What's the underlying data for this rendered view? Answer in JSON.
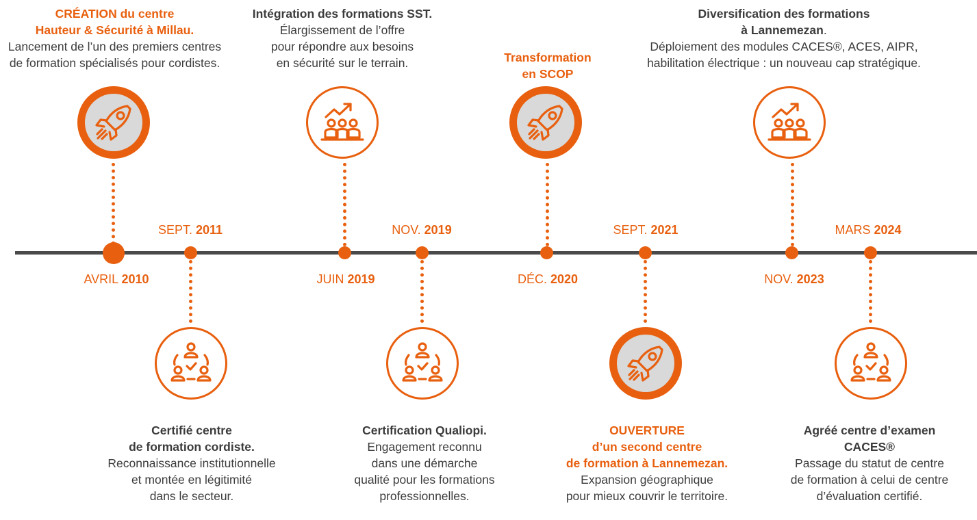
{
  "colors": {
    "accent": "#e8600f",
    "text": "#3c3c3c",
    "axis": "#4a4a4a",
    "badge_fill": "#d9d9d9"
  },
  "events_top": [
    {
      "title1": "CRÉATION du centre",
      "title2": "Hauteur & Sécurité à Millau.",
      "desc1": "Lancement de l’un des premiers centres",
      "desc2": "de formation spécialisés pour cordistes.",
      "icon": "rocket-icon"
    },
    {
      "title1": "Intégration des formations SST.",
      "desc1": "Élargissement de l’offre",
      "desc2": "pour répondre aux besoins",
      "desc3": "en sécurité sur le terrain.",
      "icon": "growth-team-icon"
    },
    {
      "title1": "Transformation",
      "title2": "en SCOP",
      "icon": "rocket-icon"
    },
    {
      "title1": "Diversification des formations",
      "title2": "à Lannemezan",
      "title2_suffix": ".",
      "desc1": "Déploiement des modules CACES®, ACES, AIPR,",
      "desc2": "habilitation électrique : un nouveau cap stratégique.",
      "icon": "growth-team-icon"
    }
  ],
  "events_bottom": [
    {
      "title1": "Certifié centre",
      "title2": "de formation cordiste.",
      "desc1": "Reconnaissance institutionnelle",
      "desc2": "et montée en légitimité",
      "desc3": "dans le secteur.",
      "icon": "certified-network-icon"
    },
    {
      "title1": "Certification Qualiopi.",
      "desc1": "Engagement reconnu",
      "desc2": "dans une démarche",
      "desc3": "qualité pour les formations",
      "desc4": "professionnelles.",
      "icon": "certified-network-icon"
    },
    {
      "title1": "OUVERTURE",
      "title2": "d’un second centre",
      "title3": "de formation à Lannemezan.",
      "desc1": "Expansion géographique",
      "desc2": "pour mieux couvrir le territoire.",
      "icon": "rocket-icon"
    },
    {
      "title1": "Agréé centre d’examen",
      "title2": "CACES®",
      "desc1": "Passage du statut de centre",
      "desc2": "de formation à celui de centre",
      "desc3": "d’évaluation certifié.",
      "icon": "certified-network-icon"
    }
  ],
  "dates": [
    {
      "month": "AVRIL",
      "year": "2010"
    },
    {
      "month": "SEPT.",
      "year": "2011"
    },
    {
      "month": "JUIN",
      "year": "2019"
    },
    {
      "month": "NOV.",
      "year": "2019"
    },
    {
      "month": "DÉC.",
      "year": "2020"
    },
    {
      "month": "SEPT.",
      "year": "2021"
    },
    {
      "month": "NOV.",
      "year": "2023"
    },
    {
      "month": "MARS",
      "year": "2024"
    }
  ]
}
